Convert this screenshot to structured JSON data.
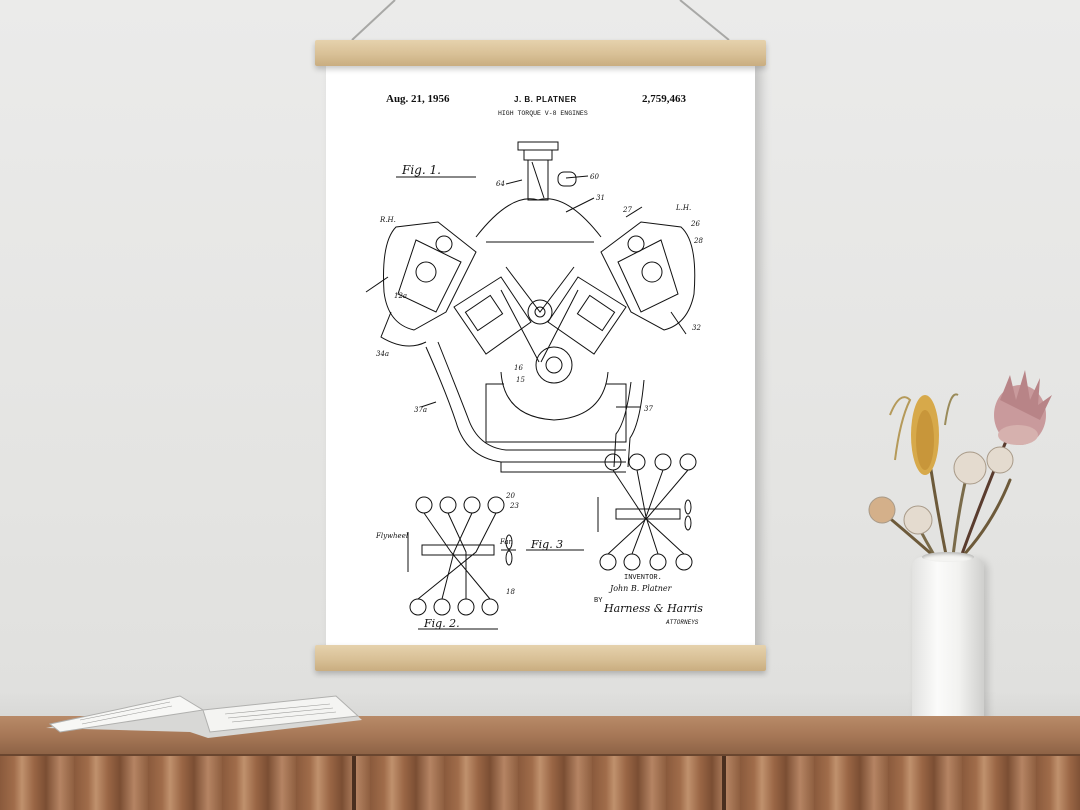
{
  "poster": {
    "date": "Aug. 21, 1956",
    "inventor_header": "J. B. PLATNER",
    "patent_number": "2,759,463",
    "title": "HIGH TORQUE V-8 ENGINES",
    "fig1_label": "Fig. 1.",
    "fig2_label": "Fig. 2.",
    "fig3_label": "Fig. 3",
    "inventor_label": "INVENTOR.",
    "inventor_name": "John B. Platner",
    "by_label": "BY",
    "signature": "Harness & Harris",
    "attorneys_label": "ATTORNEYS",
    "callouts": {
      "rh": "R.H.",
      "lh": "L.H.",
      "flywheel": "Flywheel",
      "fan": "Fan",
      "n64": "64",
      "n60": "60",
      "n31": "31",
      "n27": "27",
      "n26": "26",
      "n28": "28",
      "n37": "37",
      "n37a": "37a",
      "n34a": "34a",
      "n12a": "12a",
      "n32": "32",
      "n16": "16",
      "n15": "15",
      "n20": "20",
      "n23": "23",
      "n18": "18"
    }
  },
  "colors": {
    "wall": "#e8e8e6",
    "rail_wood": "#d8c096",
    "sideboard_wood": "#a77857",
    "line_art": "#111111"
  }
}
